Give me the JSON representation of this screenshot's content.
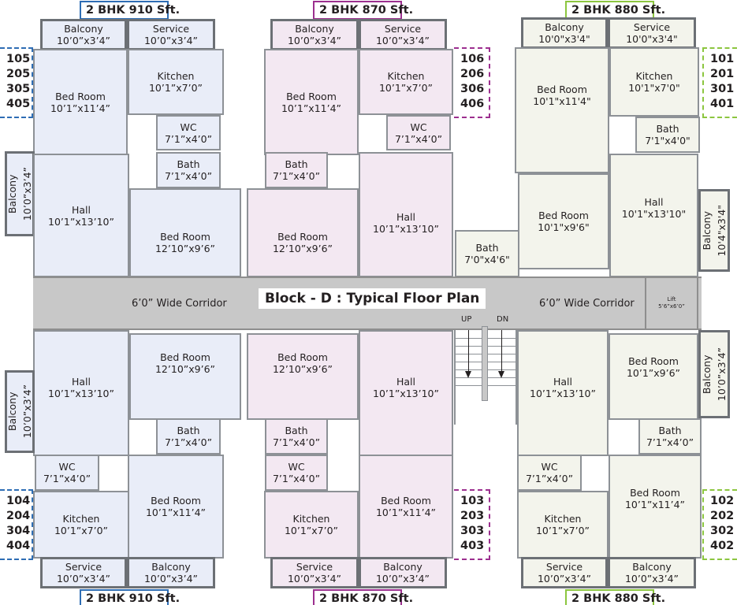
{
  "title": "Block - D : Typical Floor Plan",
  "colors": {
    "blue_unit": "#e9edf8",
    "pink_unit": "#f3e8f2",
    "cream_unit": "#f3f4ec",
    "blue_accent": "#2e6db4",
    "pink_accent": "#9c2f8f",
    "green_accent": "#8cc63f",
    "corridor": "#c8c8c8"
  },
  "corridor": {
    "left_label": "6’0” Wide Corridor",
    "right_label": "6’0” Wide Corridor"
  },
  "lift": {
    "name": "Lift",
    "dims": "5’6”x6’0”"
  },
  "stairs": {
    "up": "UP",
    "dn": "DN"
  },
  "common_bath": {
    "name": "Bath",
    "dims": "7'0\"x4'6\""
  },
  "units": {
    "top_left": {
      "tag": "2 BHK 910 Sft.",
      "numbers": [
        "105",
        "205",
        "305",
        "405"
      ],
      "rooms": {
        "balcony_top": {
          "name": "Balcony",
          "dims": "10’0”x3’4”"
        },
        "service": {
          "name": "Service",
          "dims": "10’0”x3’4”"
        },
        "bedroom1": {
          "name": "Bed Room",
          "dims": "10’1”x11’4”"
        },
        "kitchen": {
          "name": "Kitchen",
          "dims": "10’1”x7’0”"
        },
        "wc": {
          "name": "WC",
          "dims": "7’1”x4’0”"
        },
        "bath": {
          "name": "Bath",
          "dims": "7’1”x4’0”"
        },
        "balcony_side": {
          "name": "Balcony",
          "dims": "10’0”x3’4”"
        },
        "hall": {
          "name": "Hall",
          "dims": "10’1”x13’10”"
        },
        "bedroom2": {
          "name": "Bed Room",
          "dims": "12’10”x9’6”"
        }
      }
    },
    "top_middle": {
      "tag": "2 BHK 870 Sft.",
      "numbers": [
        "106",
        "206",
        "306",
        "406"
      ],
      "rooms": {
        "balcony_top": {
          "name": "Balcony",
          "dims": "10’0”x3’4”"
        },
        "service": {
          "name": "Service",
          "dims": "10’0”x3’4”"
        },
        "bedroom1": {
          "name": "Bed Room",
          "dims": "10’1”x11’4”"
        },
        "kitchen": {
          "name": "Kitchen",
          "dims": "10’1”x7’0”"
        },
        "wc": {
          "name": "WC",
          "dims": "7’1”x4’0”"
        },
        "bath": {
          "name": "Bath",
          "dims": "7’1”x4’0”"
        },
        "hall": {
          "name": "Hall",
          "dims": "10’1”x13’10”"
        },
        "bedroom2": {
          "name": "Bed Room",
          "dims": "12’10”x9’6”"
        }
      }
    },
    "top_right": {
      "tag": "2 BHK 880 Sft.",
      "numbers": [
        "101",
        "201",
        "301",
        "401"
      ],
      "rooms": {
        "balcony_top": {
          "name": "Balcony",
          "dims": "10'0\"x3'4\""
        },
        "service": {
          "name": "Service",
          "dims": "10'0\"x3'4\""
        },
        "bedroom1": {
          "name": "Bed Room",
          "dims": "10'1\"x11'4\""
        },
        "kitchen": {
          "name": "Kitchen",
          "dims": "10'1\"x7'0\""
        },
        "bath": {
          "name": "Bath",
          "dims": "7'1\"x4'0\""
        },
        "bedroom2": {
          "name": "Bed Room",
          "dims": "10'1\"x9'6\""
        },
        "hall": {
          "name": "Hall",
          "dims": "10'1\"x13'10\""
        },
        "balcony_side": {
          "name": "Balcony",
          "dims": "10'4\"x3'4\""
        }
      }
    },
    "bottom_left": {
      "tag": "2 BHK 910 Sft.",
      "numbers": [
        "104",
        "204",
        "304",
        "404"
      ],
      "rooms": {
        "hall": {
          "name": "Hall",
          "dims": "10’1”x13’10”"
        },
        "bedroom2": {
          "name": "Bed Room",
          "dims": "12’10”x9’6”"
        },
        "balcony_side": {
          "name": "Balcony",
          "dims": "10’0”x3’4”"
        },
        "bath": {
          "name": "Bath",
          "dims": "7’1”x4’0”"
        },
        "wc": {
          "name": "WC",
          "dims": "7’1”x4’0”"
        },
        "kitchen": {
          "name": "Kitchen",
          "dims": "10’1”x7’0”"
        },
        "bedroom1": {
          "name": "Bed Room",
          "dims": "10’1”x11’4”"
        },
        "service": {
          "name": "Service",
          "dims": "10’0”x3’4”"
        },
        "balcony_bottom": {
          "name": "Balcony",
          "dims": "10’0”x3’4”"
        }
      }
    },
    "bottom_middle": {
      "tag": "2 BHK 870 Sft.",
      "numbers": [
        "103",
        "203",
        "303",
        "403"
      ],
      "rooms": {
        "bedroom2": {
          "name": "Bed Room",
          "dims": "12’10”x9’6”"
        },
        "hall": {
          "name": "Hall",
          "dims": "10’1”x13’10”"
        },
        "bath": {
          "name": "Bath",
          "dims": "7’1”x4’0”"
        },
        "wc": {
          "name": "WC",
          "dims": "7’1”x4’0”"
        },
        "kitchen": {
          "name": "Kitchen",
          "dims": "10’1”x7’0”"
        },
        "bedroom1": {
          "name": "Bed Room",
          "dims": "10’1”x11’4”"
        },
        "service": {
          "name": "Service",
          "dims": "10’0”x3’4”"
        },
        "balcony_bottom": {
          "name": "Balcony",
          "dims": "10’0”x3’4”"
        }
      }
    },
    "bottom_right": {
      "tag": "2 BHK 880 Sft.",
      "numbers": [
        "102",
        "202",
        "302",
        "402"
      ],
      "rooms": {
        "hall": {
          "name": "Hall",
          "dims": "10’1”x13’10”"
        },
        "bedroom2": {
          "name": "Bed Room",
          "dims": "10’1”x9’6”"
        },
        "balcony_side": {
          "name": "Balcony",
          "dims": "10’0”x3’4”"
        },
        "bath": {
          "name": "Bath",
          "dims": "7’1”x4’0”"
        },
        "wc": {
          "name": "WC",
          "dims": "7’1”x4’0”"
        },
        "kitchen": {
          "name": "Kitchen",
          "dims": "10’1”x7’0”"
        },
        "bedroom1": {
          "name": "Bed Room",
          "dims": "10’1”x11’4”"
        },
        "service": {
          "name": "Service",
          "dims": "10’0”x3’4”"
        },
        "balcony_bottom": {
          "name": "Balcony",
          "dims": "10’0”x3’4”"
        }
      }
    }
  }
}
